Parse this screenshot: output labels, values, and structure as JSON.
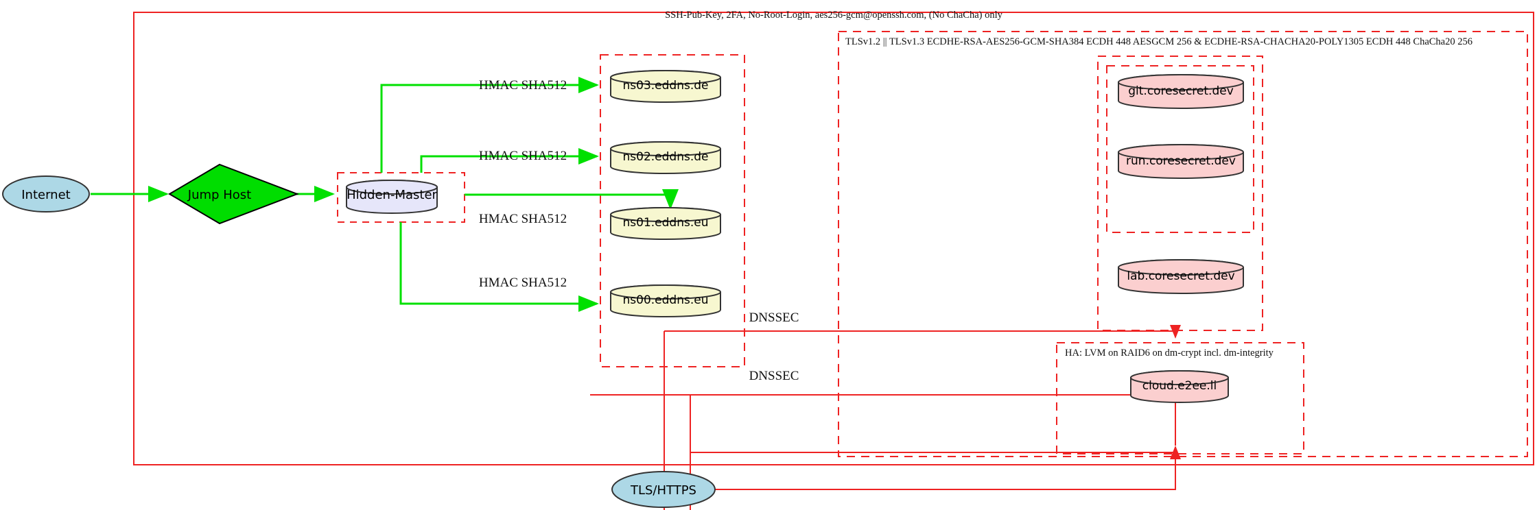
{
  "diagram": {
    "type": "network-architecture",
    "title_note": "SSH-Pub-Key, 2FA, No-Root-Login, aes256-gcm@openssh.com, (No ChaCha) only"
  },
  "zones": {
    "ssh_zone": {
      "name": "ssh-zone",
      "label": "SSH-Pub-Key, 2FA, No-Root-Login, aes256-gcm@openssh.com, (No ChaCha) only",
      "style": "solid",
      "color": "#ee2222"
    },
    "tls_zone": {
      "name": "tls-zone",
      "label": "TLSv1.2 || TLSv1.3 ECDHE-RSA-AES256-GCM-SHA384 ECDH 448 AESGCM 256 & ECDHE-RSA-CHACHA20-POLY1305 ECDH 448 ChaCha20 256",
      "style": "dashed",
      "color": "#ee2222"
    },
    "ha_zone": {
      "name": "ha-zone",
      "label": "HA: LVM on RAID6 on dm-crypt incl. dm-integrity",
      "style": "dashed",
      "color": "#ee2222"
    },
    "dns_zone": {
      "name": "dns-cluster-zone",
      "label": "",
      "style": "dashed",
      "color": "#ee2222"
    },
    "master_zone": {
      "name": "hidden-master-zone",
      "label": "",
      "style": "dashed",
      "color": "#ee2222"
    },
    "coresecret_outer_zone": {
      "name": "coresecret-outer-zone",
      "label": "",
      "style": "dashed",
      "color": "#ee2222"
    },
    "coresecret_inner_zone": {
      "name": "coresecret-inner-zone",
      "label": "",
      "style": "dashed",
      "color": "#ee2222"
    }
  },
  "nodes": {
    "internet": {
      "label": "Internet",
      "shape": "ellipse",
      "fill": "#add8e6"
    },
    "jump_host": {
      "label": "Jump Host",
      "shape": "diamond",
      "fill": "#00dd00"
    },
    "hidden_master": {
      "label": "Hidden-Master",
      "shape": "cylinder",
      "fill": "#e6e6fa"
    },
    "ns03": {
      "label": "ns03.eddns.de",
      "shape": "cylinder",
      "fill": "#f7f7d0"
    },
    "ns02": {
      "label": "ns02.eddns.de",
      "shape": "cylinder",
      "fill": "#f7f7d0"
    },
    "ns01": {
      "label": "ns01.eddns.eu",
      "shape": "cylinder",
      "fill": "#f7f7d0"
    },
    "ns00": {
      "label": "ns00.eddns.eu",
      "shape": "cylinder",
      "fill": "#f7f7d0"
    },
    "git": {
      "label": "git.coresecret.dev",
      "shape": "cylinder",
      "fill": "#fbcfcf"
    },
    "run": {
      "label": "run.coresecret.dev",
      "shape": "cylinder",
      "fill": "#fbcfcf"
    },
    "lab": {
      "label": "lab.coresecret.dev",
      "shape": "cylinder",
      "fill": "#fbcfcf"
    },
    "cloud": {
      "label": "cloud.e2ee.li",
      "shape": "cylinder",
      "fill": "#fbcfcf"
    },
    "tls_https": {
      "label": "TLS/HTTPS",
      "shape": "ellipse",
      "fill": "#add8e6"
    }
  },
  "edge_labels": {
    "hmac_ns03": "HMAC SHA512",
    "hmac_ns02": "HMAC SHA512",
    "hmac_ns01": "HMAC SHA512",
    "hmac_ns00": "HMAC SHA512",
    "dnssec_upper": "DNSSEC",
    "dnssec_lower": "DNSSEC"
  },
  "colors": {
    "edge_green": "#00e000",
    "edge_red": "#ee2222",
    "stroke_dark": "#333333"
  }
}
